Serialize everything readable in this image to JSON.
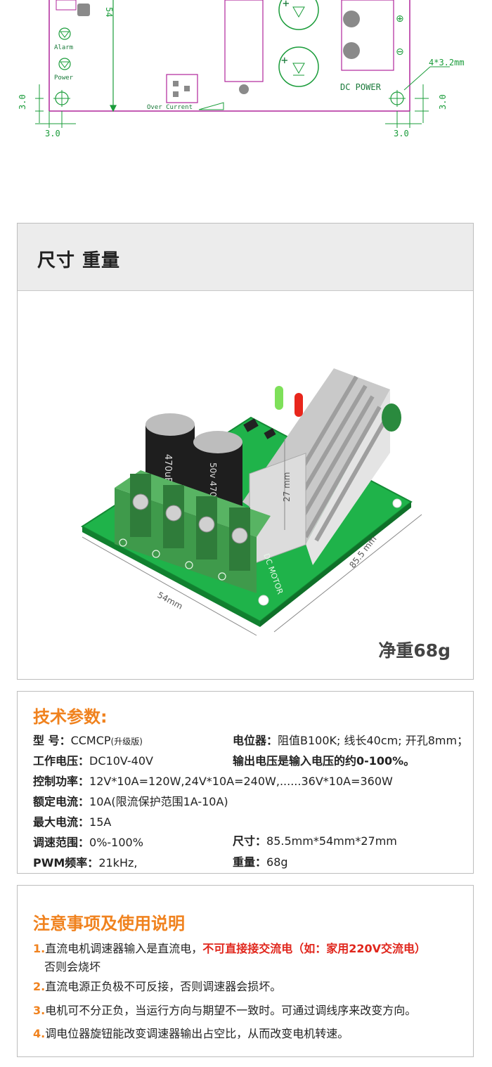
{
  "drawing": {
    "dim_54": "54",
    "dim_3_left_v": "3.0",
    "dim_3_left_h": "3.0",
    "dim_3_right_v": "3.0",
    "dim_3_right_h": "3.0",
    "hole_label": "4*3.2mm",
    "label_alarm": "Alarm",
    "label_power": "Power",
    "label_over_current": "Over Current",
    "label_dc_power": "DC POWER",
    "plus": "⊕",
    "minus": "⊖"
  },
  "size_section": {
    "title": "尺寸  重量",
    "net_weight": "净重68g",
    "board": {
      "dim_width": "54mm",
      "dim_length": "85.5 mm",
      "dim_height": "27 mm",
      "cap_label_1": "470uF",
      "cap_label_2": "50v 470uF",
      "silk_dc_motor": "DC MOTOR",
      "colors": {
        "pcb": "#1fb34a",
        "terminal": "#3f9a4b",
        "heatsink": "#d8d8d8"
      }
    }
  },
  "tech": {
    "title": "技术参数:",
    "rows": [
      {
        "label": "型      号：",
        "value": "CCMCP",
        "value_small": "(升级版)"
      },
      {
        "label": "电位器：",
        "value": "阻值B100K; 线长40cm; 开孔8mm；"
      },
      {
        "label": "工作电压：",
        "value": "DC10V-40V"
      },
      {
        "label": "输出电压是输入电压的约0-100%。"
      },
      {
        "label": "控制功率：",
        "value": "12V*10A=120W,24V*10A=240W,......36V*10A=360W"
      },
      {
        "label": "额定电流：",
        "value": "10A(限流保护范围1A-10A)"
      },
      {
        "label": "最大电流：",
        "value": "15A"
      },
      {
        "label": "调速范围：",
        "value": "0%-100%"
      },
      {
        "label": "尺寸：",
        "value": "85.5mm*54mm*27mm"
      },
      {
        "label": "PWM频率：",
        "value": "21kHz,"
      },
      {
        "label": "重量：",
        "value": "68g"
      }
    ]
  },
  "notes": {
    "title": "注意事项及使用说明",
    "items": [
      {
        "num": "1.",
        "text": "直流电机调速器输入是直流电，",
        "red": "不可直接接交流电（如：家用220V交流电）",
        "text2": "否则会烧坏"
      },
      {
        "num": "2.",
        "text": "直流电源正负极不可反接，否则调速器会损坏。"
      },
      {
        "num": "3.",
        "text": "电机可不分正负，当运行方向与期望不一致时。可通过调线序来改变方向。"
      },
      {
        "num": "4.",
        "text": "调电位器旋钮能改变调速器输出占空比，从而改变电机转速。"
      }
    ]
  }
}
